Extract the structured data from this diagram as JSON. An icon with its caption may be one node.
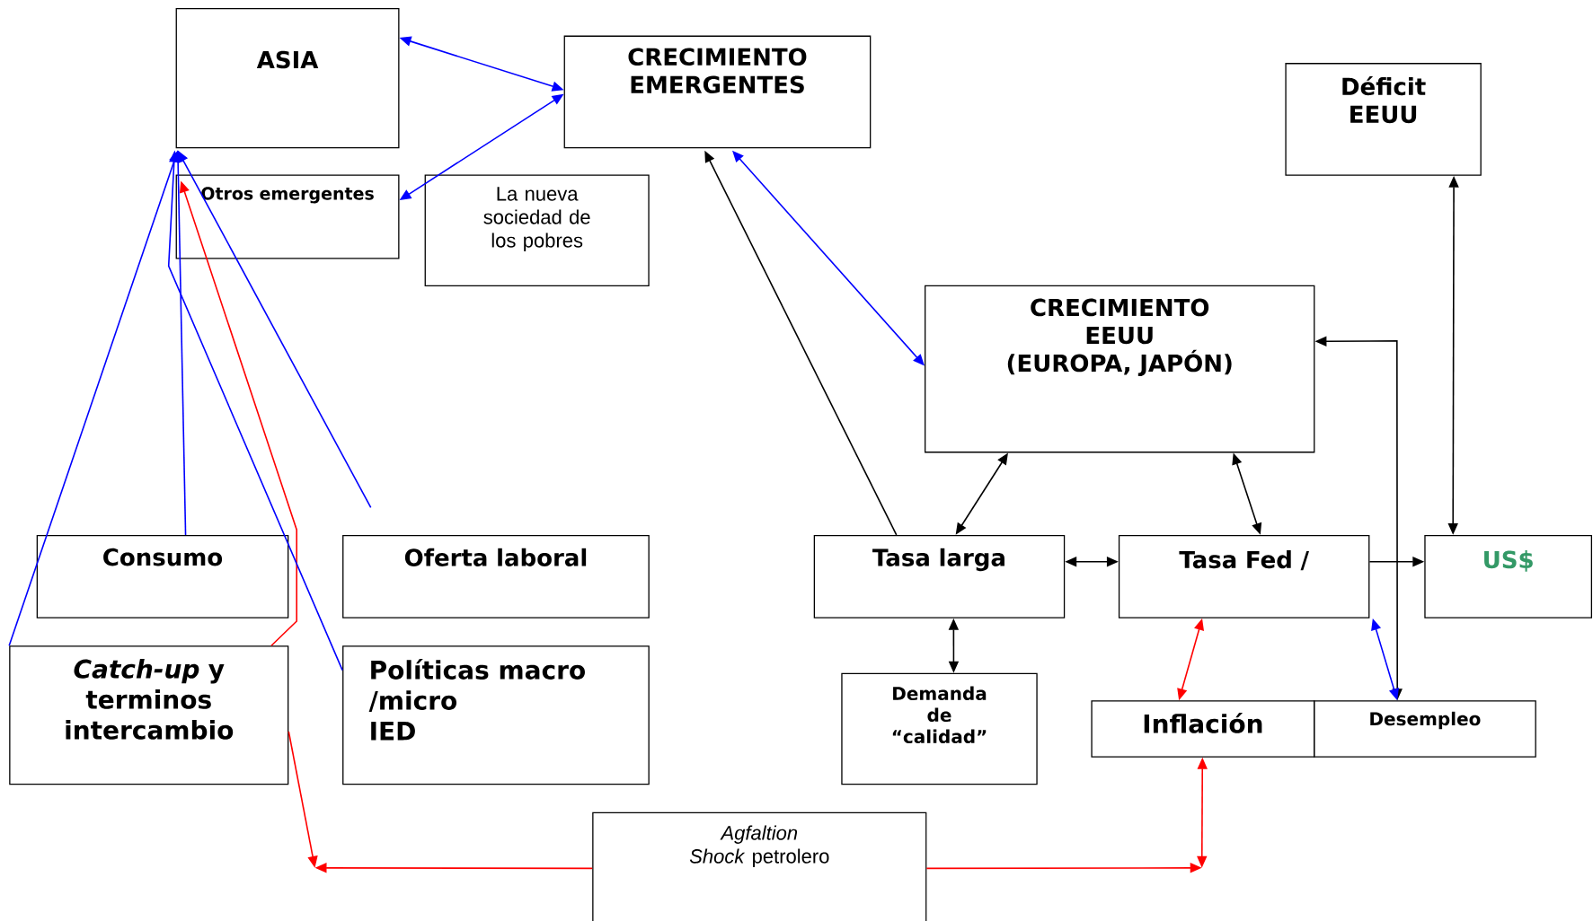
{
  "diagram": {
    "nodes": [
      {
        "text": [
          "ASIA"
        ]
      },
      {
        "text": [
          "CRECIMIENTO EMERGENTES"
        ]
      },
      {
        "text": [
          "Déficit EEUU"
        ]
      },
      {
        "text": [
          "Otros emergentes"
        ]
      },
      {
        "text": [
          "La nueva sociedad de los pobres"
        ]
      },
      {
        "text": [
          "CRECIMIENTO EEUU",
          "(EUROPA, JAPÓN)"
        ]
      },
      {
        "text": [
          "Consumo"
        ]
      },
      {
        "text": [
          "Oferta laboral"
        ]
      },
      {
        "text": [
          "Tasa larga"
        ]
      },
      {
        "text": [
          "Tasa Fed  /"
        ]
      },
      {
        "text": [
          "US$"
        ]
      },
      {
        "text": [
          "*Catch-up* y terminos intercambio"
        ]
      },
      {
        "text": [
          "Políticas macro /micro",
          "IED"
        ]
      },
      {
        "text": [
          "Demanda de “calidad”"
        ]
      },
      {
        "text": [
          "Inflación"
        ]
      },
      {
        "text": [
          "Desempleo"
        ]
      },
      {
        "text": [
          "Agfaltion",
          "*Shock* petrolero"
        ]
      }
    ],
    "edges": [
      {
        "from": 0,
        "to": 1,
        "arrow": "both",
        "color": "#0000ff"
      },
      {
        "from": 3,
        "to": 1,
        "arrow": "both",
        "color": "#0000ff"
      },
      {
        "from": 8,
        "to": 1,
        "arrow": "to",
        "color": "#000000"
      },
      {
        "from": 1,
        "to": 5,
        "arrow": "both",
        "color": "#0000ff"
      },
      {
        "from": 11,
        "to": 0,
        "arrow": "to",
        "color": "#0000ff"
      },
      {
        "from": 6,
        "to": 0,
        "arrow": "to",
        "color": "#0000ff"
      },
      {
        "from": 11,
        "to": 3,
        "arrow": "to",
        "color": "#ff0000"
      },
      {
        "from": 12,
        "to": 0,
        "arrow": "to",
        "color": "#0000ff"
      },
      {
        "from": null,
        "to": 0,
        "arrow": "to",
        "color": "#0000ff"
      },
      {
        "from": 16,
        "to": null,
        "arrow": "to",
        "color": "#ff0000"
      },
      {
        "from": 11,
        "to": null,
        "arrow": "to",
        "color": "#ff0000"
      },
      {
        "from": 16,
        "to": null,
        "arrow": "to",
        "color": "#ff0000"
      },
      {
        "from": 14,
        "to": null,
        "arrow": "both",
        "color": "#ff0000"
      },
      {
        "from": 5,
        "to": 8,
        "arrow": "both",
        "color": "#000000"
      },
      {
        "from": 5,
        "to": 9,
        "arrow": "both",
        "color": "#000000"
      },
      {
        "from": 8,
        "to": 9,
        "arrow": "both",
        "color": "#000000"
      },
      {
        "from": 8,
        "to": 13,
        "arrow": "both",
        "color": "#000000"
      },
      {
        "from": 9,
        "to": 10,
        "arrow": "to",
        "color": "#000000"
      },
      {
        "from": 2,
        "to": 10,
        "arrow": "both",
        "color": "#000000"
      },
      {
        "from": 5,
        "to": 15,
        "arrow": "both",
        "color": "#000000"
      },
      {
        "from": 14,
        "to": 9,
        "arrow": "both",
        "color": "#ff0000"
      },
      {
        "from": 15,
        "to": 9,
        "arrow": "both",
        "color": "#0000ff"
      }
    ]
  }
}
